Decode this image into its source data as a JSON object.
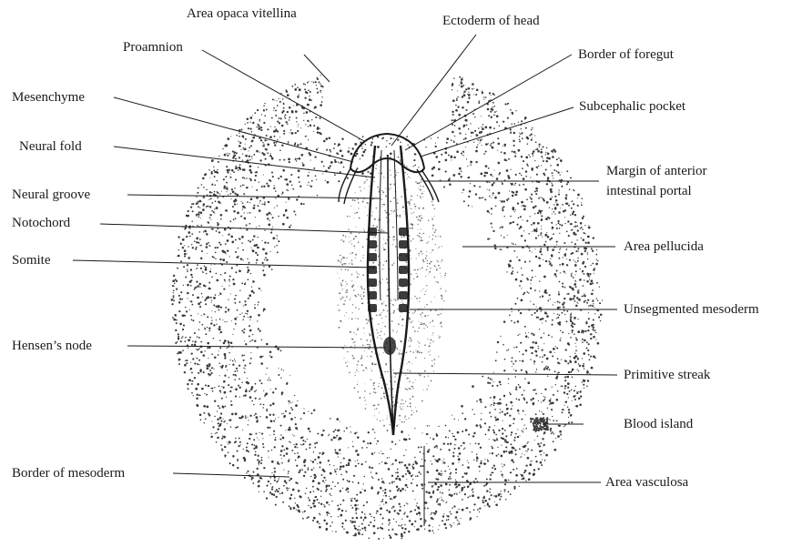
{
  "colors": {
    "ink": "#1a1a1a",
    "stipple": "#3a3a3a",
    "background": "#ffffff"
  },
  "labels": {
    "area_opaca_vitellina": "Area opaca vitellina",
    "proamnion": "Proamnion",
    "ectoderm_of_head": "Ectoderm of head",
    "border_of_foregut": "Border of foregut",
    "mesenchyme": "Mesenchyme",
    "subcephalic_pocket": "Subcephalic pocket",
    "neural_fold": "Neural fold",
    "margin_line1": "Margin of anterior",
    "margin_line2": "intestinal portal",
    "neural_groove": "Neural groove",
    "notochord": "Notochord",
    "area_pellucida": "Area pellucida",
    "somite": "Somite",
    "unsegmented_mesoderm": "Unsegmented mesoderm",
    "hensens_node": "Hensen’s node",
    "primitive_streak": "Primitive streak",
    "blood_island": "Blood island",
    "border_of_mesoderm": "Border of mesoderm",
    "area_vasculosa": "Area vasculosa"
  }
}
